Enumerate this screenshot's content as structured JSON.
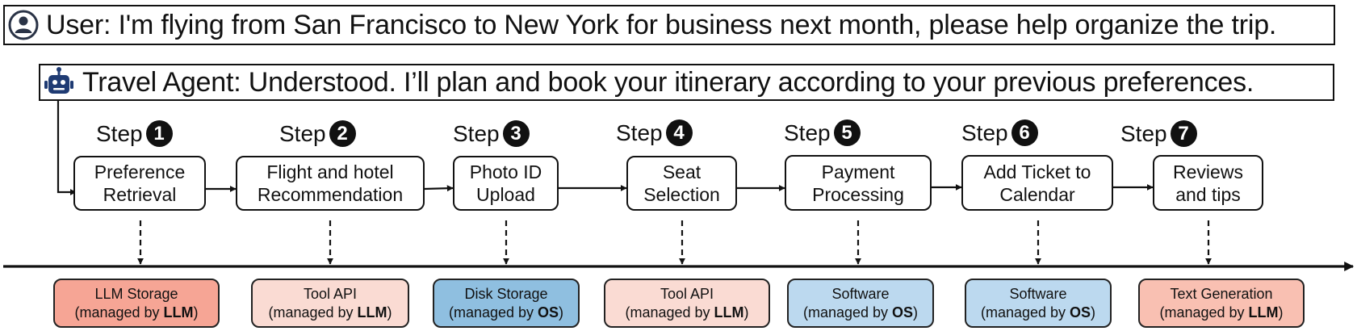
{
  "user_message": {
    "icon": "user-circle-icon",
    "text": "User: I'm flying from San Francisco to New York for business next month, please help organize the trip."
  },
  "agent_message": {
    "icon": "robot-icon",
    "text": "Travel Agent: Understood. I’ll plan and book your itinerary according to your previous preferences."
  },
  "step_word": "Step",
  "steps": [
    {
      "num": "1",
      "line1": "Preference",
      "line2": "Retrieval"
    },
    {
      "num": "2",
      "line1": "Flight and hotel",
      "line2": "Recommendation"
    },
    {
      "num": "3",
      "line1": "Photo ID",
      "line2": "Upload"
    },
    {
      "num": "4",
      "line1": "Seat",
      "line2": "Selection"
    },
    {
      "num": "5",
      "line1": "Payment",
      "line2": "Processing"
    },
    {
      "num": "6",
      "line1": "Add Ticket to",
      "line2": "Calendar"
    },
    {
      "num": "7",
      "line1": "Reviews",
      "line2": "and tips"
    }
  ],
  "resources": [
    {
      "name": "LLM Storage",
      "managed_prefix": "(managed by ",
      "manager": "LLM",
      "managed_suffix": ")",
      "color": "#f6a595"
    },
    {
      "name": "Tool API",
      "managed_prefix": "(managed by ",
      "manager": "LLM",
      "managed_suffix": ")",
      "color": "#fadbd3"
    },
    {
      "name": "Disk Storage",
      "managed_prefix": "(managed by ",
      "manager": "OS",
      "managed_suffix": ")",
      "color": "#8fbfe0"
    },
    {
      "name": "Tool API",
      "managed_prefix": "(managed by ",
      "manager": "LLM",
      "managed_suffix": ")",
      "color": "#fadbd3"
    },
    {
      "name": "Software",
      "managed_prefix": "(managed by ",
      "manager": "OS",
      "managed_suffix": ")",
      "color": "#bcd9ef"
    },
    {
      "name": "Software",
      "managed_prefix": "(managed by ",
      "manager": "OS",
      "managed_suffix": ")",
      "color": "#bcd9ef"
    },
    {
      "name": "Text Generation",
      "managed_prefix": "(managed by ",
      "manager": "LLM",
      "managed_suffix": ")",
      "color": "#f9c0b2"
    }
  ]
}
